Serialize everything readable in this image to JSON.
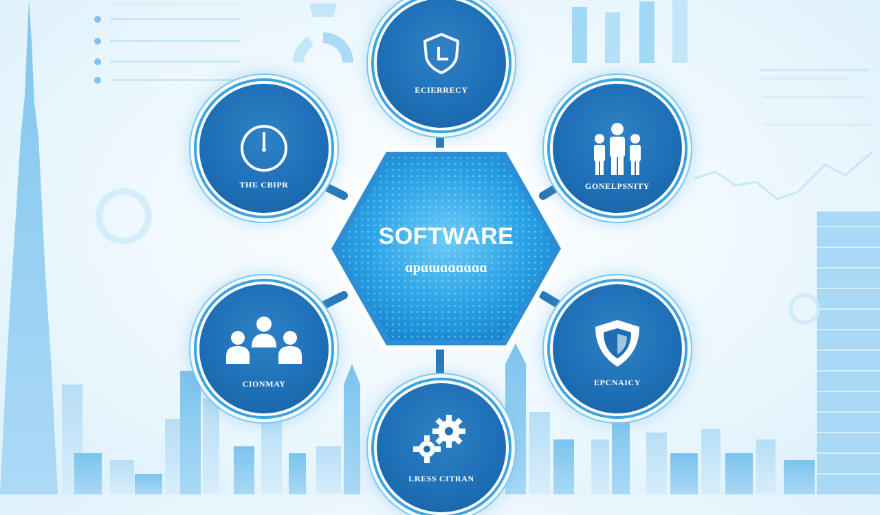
{
  "diagram": {
    "center": {
      "title": "SOFTWARE",
      "subtitle": "ɑpɑɯɑɑɑɑɑɑ"
    },
    "nodes": [
      {
        "id": "top",
        "label": "ECIERRECY",
        "icon": "shield-clock-icon"
      },
      {
        "id": "upper-left",
        "label": "THE CBIPR",
        "icon": "clock-icon"
      },
      {
        "id": "upper-right",
        "label": "GONELPSNITY",
        "icon": "team-icon"
      },
      {
        "id": "lower-left",
        "label": "CIONMAY",
        "icon": "people-icon"
      },
      {
        "id": "lower-right",
        "label": "EPCNAICY",
        "icon": "shield-icon"
      },
      {
        "id": "bottom",
        "label": "LRESS CITRAN",
        "icon": "gears-icon"
      }
    ]
  },
  "colors": {
    "node_fill": "#1d6eb5",
    "node_ring": "#3aa3e0",
    "hex_fill": "#27a4e8",
    "accent_light": "#8fd3f5",
    "skyline": "#8cc9ee"
  }
}
